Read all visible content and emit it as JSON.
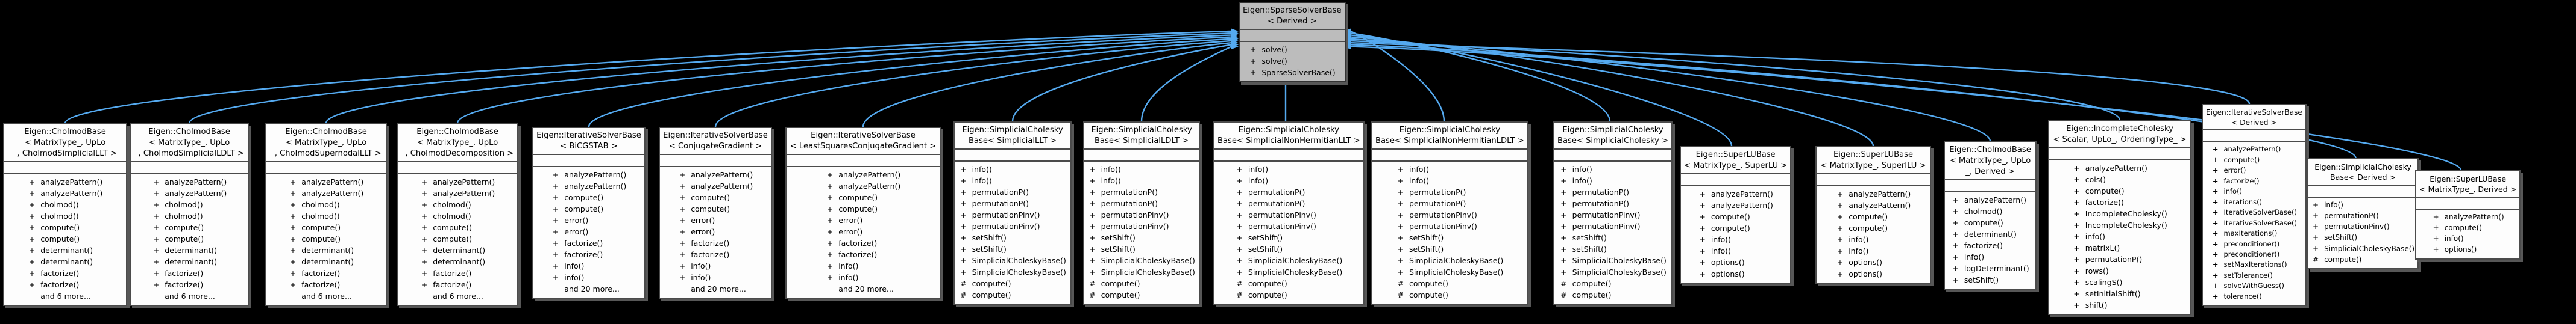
{
  "diagram": {
    "background_color": "#000000",
    "edge_color": "#55aaf0",
    "base_node_fill": "#bcbcbc",
    "derived_node_fill": "#fdfdfd",
    "base_class": {
      "name": "Eigen::SparseSolverBase< Derived >",
      "title_lines": [
        "Eigen::SparseSolverBase",
        "< Derived >"
      ],
      "members": [
        "+ solve()",
        "+ solve()",
        "+ SparseSolverBase()"
      ]
    },
    "derived_classes": [
      {
        "name": "Eigen::CholmodBase< MatrixType_, UpLo_, CholmodSimplicialLLT >",
        "title_lines": [
          "Eigen::CholmodBase",
          "< MatrixType_, UpLo",
          "_, CholmodSimplicialLLT >"
        ],
        "members": [
          "+ analyzePattern()",
          "+ analyzePattern()",
          "+ cholmod()",
          "+ cholmod()",
          "+ compute()",
          "+ compute()",
          "+ determinant()",
          "+ determinant()",
          "+ factorize()",
          "+ factorize()",
          "and 6 more..."
        ]
      },
      {
        "name": "Eigen::CholmodBase< MatrixType_, UpLo_, CholmodSimplicialLDLT >",
        "title_lines": [
          "Eigen::CholmodBase",
          "< MatrixType_, UpLo",
          "_, CholmodSimplicialLDLT >"
        ],
        "members": [
          "+ analyzePattern()",
          "+ analyzePattern()",
          "+ cholmod()",
          "+ cholmod()",
          "+ compute()",
          "+ compute()",
          "+ determinant()",
          "+ determinant()",
          "+ factorize()",
          "+ factorize()",
          "and 6 more..."
        ]
      },
      {
        "name": "Eigen::CholmodBase< MatrixType_, UpLo_, CholmodSupernodalLLT >",
        "title_lines": [
          "Eigen::CholmodBase",
          "< MatrixType_, UpLo",
          "_, CholmodSupernodalLLT >"
        ],
        "members": [
          "+ analyzePattern()",
          "+ analyzePattern()",
          "+ cholmod()",
          "+ cholmod()",
          "+ compute()",
          "+ compute()",
          "+ determinant()",
          "+ determinant()",
          "+ factorize()",
          "+ factorize()",
          "and 6 more..."
        ]
      },
      {
        "name": "Eigen::CholmodBase< MatrixType_, UpLo_, CholmodDecomposition >",
        "title_lines": [
          "Eigen::CholmodBase",
          "< MatrixType_, UpLo",
          "_, CholmodDecomposition >"
        ],
        "members": [
          "+ analyzePattern()",
          "+ analyzePattern()",
          "+ cholmod()",
          "+ cholmod()",
          "+ compute()",
          "+ compute()",
          "+ determinant()",
          "+ determinant()",
          "+ factorize()",
          "+ factorize()",
          "and 6 more..."
        ]
      },
      {
        "name": "Eigen::IterativeSolverBase< BiCGSTAB >",
        "title_lines": [
          "Eigen::IterativeSolverBase",
          "< BiCGSTAB >"
        ],
        "members": [
          "+ analyzePattern()",
          "+ analyzePattern()",
          "+ compute()",
          "+ compute()",
          "+ error()",
          "+ error()",
          "+ factorize()",
          "+ factorize()",
          "+ info()",
          "+ info()",
          "and 20 more..."
        ]
      },
      {
        "name": "Eigen::IterativeSolverBase< ConjugateGradient >",
        "title_lines": [
          "Eigen::IterativeSolverBase",
          "< ConjugateGradient >"
        ],
        "members": [
          "+ analyzePattern()",
          "+ analyzePattern()",
          "+ compute()",
          "+ compute()",
          "+ error()",
          "+ error()",
          "+ factorize()",
          "+ factorize()",
          "+ info()",
          "+ info()",
          "and 20 more..."
        ]
      },
      {
        "name": "Eigen::IterativeSolverBase< LeastSquaresConjugateGradient >",
        "title_lines": [
          "Eigen::IterativeSolverBase",
          "< LeastSquaresConjugateGradient >"
        ],
        "members": [
          "+ analyzePattern()",
          "+ analyzePattern()",
          "+ compute()",
          "+ compute()",
          "+ error()",
          "+ error()",
          "+ factorize()",
          "+ factorize()",
          "+ info()",
          "+ info()",
          "and 20 more..."
        ]
      },
      {
        "name": "Eigen::SimplicialCholeskyBase< SimplicialLLT >",
        "title_lines": [
          "Eigen::SimplicialCholesky",
          "Base< SimplicialLLT >"
        ],
        "members": [
          "+ info()",
          "+ info()",
          "+ permutationP()",
          "+ permutationP()",
          "+ permutationPinv()",
          "+ permutationPinv()",
          "+ setShift()",
          "+ setShift()",
          "+ SimplicialCholeskyBase()",
          "+ SimplicialCholeskyBase()",
          "# compute()",
          "# compute()"
        ]
      },
      {
        "name": "Eigen::SimplicialCholeskyBase< SimplicialLDLT >",
        "title_lines": [
          "Eigen::SimplicialCholesky",
          "Base< SimplicialLDLT >"
        ],
        "members": [
          "+ info()",
          "+ info()",
          "+ permutationP()",
          "+ permutationP()",
          "+ permutationPinv()",
          "+ permutationPinv()",
          "+ setShift()",
          "+ setShift()",
          "+ SimplicialCholeskyBase()",
          "+ SimplicialCholeskyBase()",
          "# compute()",
          "# compute()"
        ]
      },
      {
        "name": "Eigen::SimplicialCholeskyBase< SimplicialNonHermitianLLT >",
        "title_lines": [
          "Eigen::SimplicialCholesky",
          "Base< SimplicialNonHermitianLLT >"
        ],
        "members": [
          "+ info()",
          "+ info()",
          "+ permutationP()",
          "+ permutationP()",
          "+ permutationPinv()",
          "+ permutationPinv()",
          "+ setShift()",
          "+ setShift()",
          "+ SimplicialCholeskyBase()",
          "+ SimplicialCholeskyBase()",
          "# compute()",
          "# compute()"
        ]
      },
      {
        "name": "Eigen::SimplicialCholeskyBase< SimplicialNonHermitianLDLT >",
        "title_lines": [
          "Eigen::SimplicialCholesky",
          "Base< SimplicialNonHermitianLDLT >"
        ],
        "members": [
          "+ info()",
          "+ info()",
          "+ permutationP()",
          "+ permutationP()",
          "+ permutationPinv()",
          "+ permutationPinv()",
          "+ setShift()",
          "+ setShift()",
          "+ SimplicialCholeskyBase()",
          "+ SimplicialCholeskyBase()",
          "# compute()",
          "# compute()"
        ]
      },
      {
        "name": "Eigen::SimplicialCholeskyBase< SimplicialCholesky >",
        "title_lines": [
          "Eigen::SimplicialCholesky",
          "Base< SimplicialCholesky >"
        ],
        "members": [
          "+ info()",
          "+ info()",
          "+ permutationP()",
          "+ permutationP()",
          "+ permutationPinv()",
          "+ permutationPinv()",
          "+ setShift()",
          "+ setShift()",
          "+ SimplicialCholeskyBase()",
          "+ SimplicialCholeskyBase()",
          "# compute()",
          "# compute()"
        ]
      },
      {
        "name": "Eigen::SuperLUBase< MatrixType_, SuperLU >",
        "title_lines": [
          "Eigen::SuperLUBase",
          "< MatrixType_, SuperLU >"
        ],
        "members": [
          "+ analyzePattern()",
          "+ analyzePattern()",
          "+ compute()",
          "+ compute()",
          "+ info()",
          "+ info()",
          "+ options()",
          "+ options()"
        ]
      },
      {
        "name": "Eigen::SuperLUBase< MatrixType_, SuperILU >",
        "title_lines": [
          "Eigen::SuperLUBase",
          "< MatrixType_, SuperILU >"
        ],
        "members": [
          "+ analyzePattern()",
          "+ analyzePattern()",
          "+ compute()",
          "+ compute()",
          "+ info()",
          "+ info()",
          "+ options()",
          "+ options()"
        ]
      },
      {
        "name": "Eigen::CholmodBase< MatrixType_, UpLo_, Derived >",
        "title_lines": [
          "Eigen::CholmodBase",
          "< MatrixType_, UpLo",
          "_, Derived >"
        ],
        "members": [
          "+ analyzePattern()",
          "+ cholmod()",
          "+ compute()",
          "+ determinant()",
          "+ factorize()",
          "+ info()",
          "+ logDeterminant()",
          "+ setShift()"
        ]
      },
      {
        "name": "Eigen::IncompleteCholesky< Scalar, UpLo_, OrderingType_ >",
        "title_lines": [
          "Eigen::IncompleteCholesky",
          "< Scalar, UpLo_, OrderingType_ >"
        ],
        "members": [
          "+ analyzePattern()",
          "+ cols()",
          "+ compute()",
          "+ factorize()",
          "+ IncompleteCholesky()",
          "+ IncompleteCholesky()",
          "+ info()",
          "+ matrixL()",
          "+ permutationP()",
          "+ rows()",
          "+ scalingS()",
          "+ setInitialShift()",
          "+ shift()"
        ]
      },
      {
        "name": "Eigen::IterativeSolverBase< Derived >",
        "title_lines": [
          "Eigen::IterativeSolverBase",
          "< Derived >"
        ],
        "members": [
          "+ analyzePattern()",
          "+ compute()",
          "+ error()",
          "+ factorize()",
          "+ info()",
          "+ iterations()",
          "+ IterativeSolverBase()",
          "+ IterativeSolverBase()",
          "+ maxIterations()",
          "+ preconditioner()",
          "+ preconditioner()",
          "+ setMaxIterations()",
          "+ setTolerance()",
          "+ solveWithGuess()",
          "+ tolerance()"
        ]
      },
      {
        "name": "Eigen::SimplicialCholeskyBase< Derived >",
        "title_lines": [
          "Eigen::SimplicialCholesky",
          "Base< Derived >"
        ],
        "members": [
          "+ info()",
          "+ permutationP()",
          "+ permutationPinv()",
          "+ setShift()",
          "+ SimplicialCholeskyBase()",
          "# compute()"
        ]
      },
      {
        "name": "Eigen::SuperLUBase< MatrixType_, Derived >",
        "title_lines": [
          "Eigen::SuperLUBase",
          "< MatrixType_, Derived >"
        ],
        "members": [
          "+ analyzePattern()",
          "+ compute()",
          "+ info()",
          "+ options()"
        ]
      }
    ]
  }
}
